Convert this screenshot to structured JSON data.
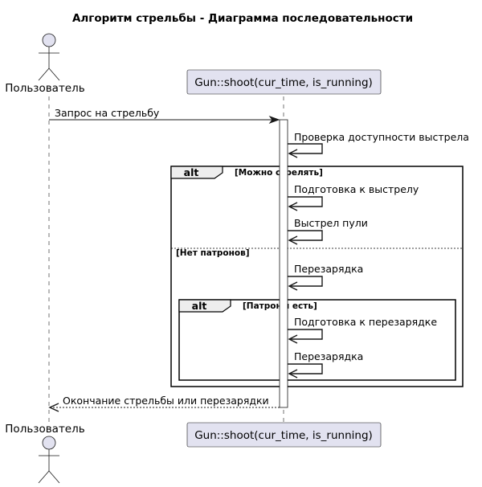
{
  "title": "Алгоритм стрельбы - Диаграмма последовательности",
  "actor": {
    "label": "Пользователь"
  },
  "participant": {
    "label": "Gun::shoot(cur_time, is_running)"
  },
  "messages": {
    "request": "Запрос на стрельбу",
    "check": "Проверка доступности выстрела",
    "prepare": "Подготовка к выстрелу",
    "fire": "Выстрел пули",
    "reload1": "Перезарядка",
    "prepare_reload": "Подготовка к перезарядке",
    "reload2": "Перезарядка",
    "end": "Окончание стрельбы или перезарядки"
  },
  "outer_alt": {
    "keyword": "alt",
    "condition": "[Можно стрелять]",
    "else_condition": "[Нет патронов]"
  },
  "inner_alt": {
    "keyword": "alt",
    "condition": "[Патроны есть]"
  }
}
